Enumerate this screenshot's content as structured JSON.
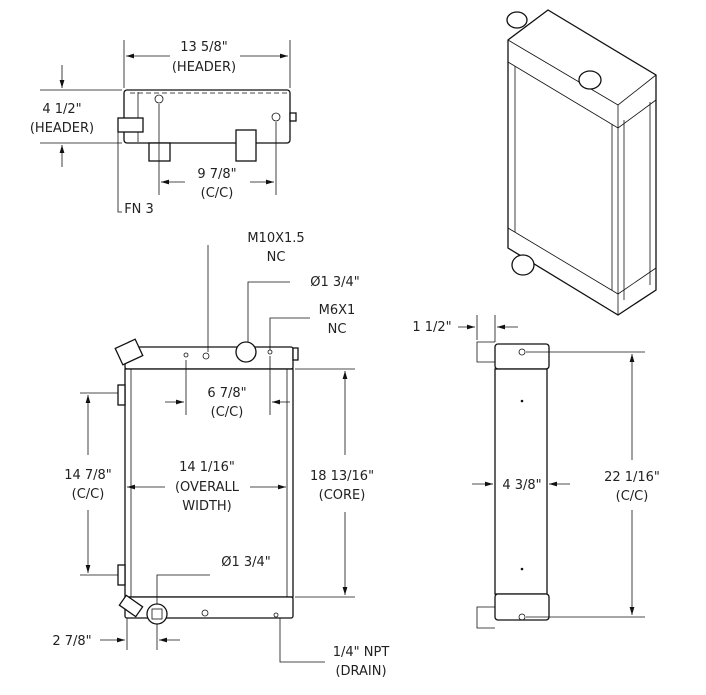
{
  "top_view": {
    "header_width": "13 5/8\"",
    "header_width_note": "(HEADER)",
    "header_height": "4 1/2\"",
    "header_height_note": "(HEADER)",
    "cc": "9 7/8\"",
    "cc_note": "(C/C)",
    "fn": "FN 3"
  },
  "front_view": {
    "port1": "M10X1.5",
    "port1_note": "NC",
    "inlet": "Ø1 3/4\"",
    "port2": "M6X1",
    "port2_note": "NC",
    "port_cc": "6 7/8\"",
    "port_cc_note": "(C/C)",
    "mount_cc": "14 7/8\"",
    "mount_cc_note": "(C/C)",
    "overall_width": "14 1/16\"",
    "overall_width_note1": "(OVERALL",
    "overall_width_note2": "WIDTH)",
    "core": "18 13/16\"",
    "core_note": "(CORE)",
    "outlet": "Ø1 3/4\"",
    "offset": "2 7/8\"",
    "drain": "1/4\" NPT",
    "drain_note": "(DRAIN)"
  },
  "side_view": {
    "offset": "1 1/2\"",
    "depth": "4 3/8\"",
    "cc": "22 1/16\"",
    "cc_note": "(C/C)"
  }
}
